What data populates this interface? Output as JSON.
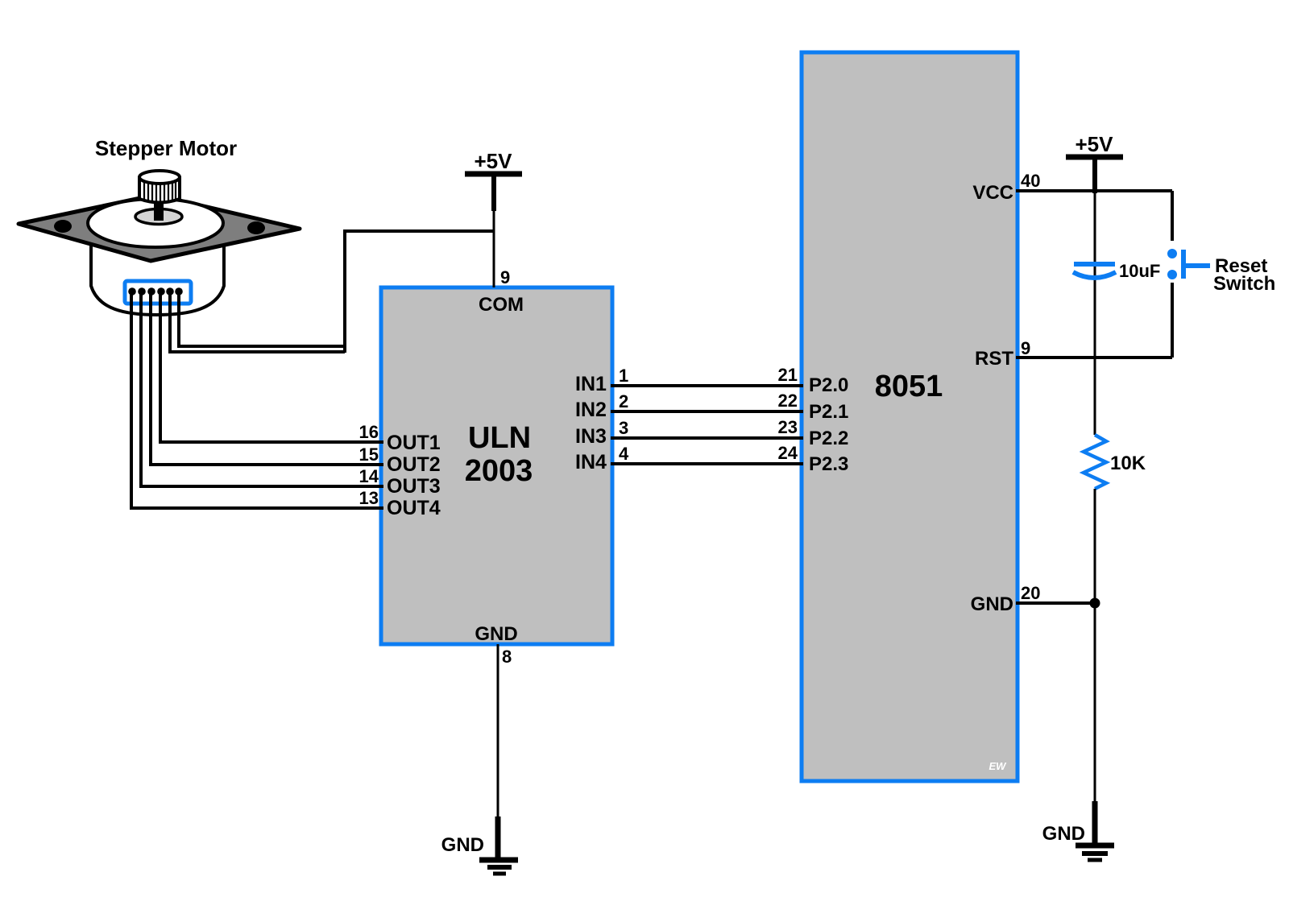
{
  "title": "Stepper Motor",
  "colors": {
    "accent_blue": "#0d7df2",
    "chip_fill": "#bfbfbf",
    "flange_gray": "#7e7e7e",
    "collar_gray": "#d4d4d4",
    "wire_black": "#000000",
    "watermark_white": "#ffffff"
  },
  "power": {
    "uln_supply": "+5V",
    "mcu_supply": "+5V"
  },
  "uln": {
    "line1": "ULN",
    "line2": "2003",
    "top_pin": {
      "label": "COM",
      "number": "9"
    },
    "bottom_pin": {
      "label": "GND",
      "number": "8"
    },
    "outputs": [
      {
        "label": "OUT1",
        "number": "16"
      },
      {
        "label": "OUT2",
        "number": "15"
      },
      {
        "label": "OUT3",
        "number": "14"
      },
      {
        "label": "OUT4",
        "number": "13"
      }
    ],
    "inputs": [
      {
        "label": "IN1",
        "number": "1"
      },
      {
        "label": "IN2",
        "number": "2"
      },
      {
        "label": "IN3",
        "number": "3"
      },
      {
        "label": "IN4",
        "number": "4"
      }
    ]
  },
  "mcu": {
    "name": "8051",
    "watermark": "EW",
    "port_pins": [
      {
        "label": "P2.0",
        "number": "21"
      },
      {
        "label": "P2.1",
        "number": "22"
      },
      {
        "label": "P2.2",
        "number": "23"
      },
      {
        "label": "P2.3",
        "number": "24"
      }
    ],
    "vcc": {
      "label": "VCC",
      "number": "40"
    },
    "rst": {
      "label": "RST",
      "number": "9"
    },
    "gnd": {
      "label": "GND",
      "number": "20"
    }
  },
  "components": {
    "capacitor_value": "10uF",
    "resistor_value": "10K",
    "reset_switch_line1": "Reset",
    "reset_switch_line2": "Switch"
  },
  "ground_labels": {
    "uln": "GND",
    "mcu": "GND"
  }
}
